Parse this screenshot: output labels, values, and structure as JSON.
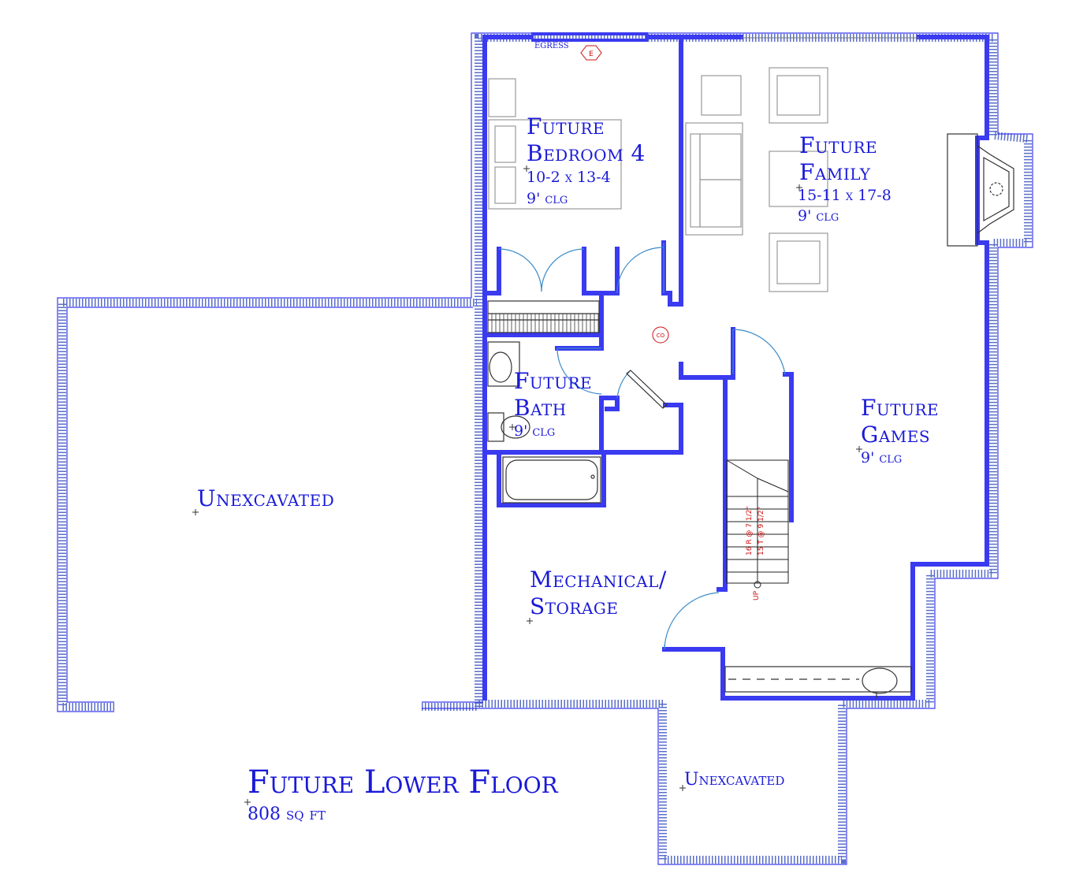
{
  "rooms": {
    "bedroom4": {
      "name1": "Future",
      "name2": "Bedroom 4",
      "dims": "10-2 x 13-4",
      "ceiling": "9' clg"
    },
    "family": {
      "name1": "Future",
      "name2": "Family",
      "dims": "15-11 x 17-8",
      "ceiling": "9' clg"
    },
    "bath": {
      "name1": "Future",
      "name2": "Bath",
      "ceiling": "9' clg"
    },
    "games": {
      "name1": "Future",
      "name2": "Games",
      "ceiling": "9' clg"
    },
    "mechanical": {
      "name1": "Mechanical/",
      "name2": "Storage"
    },
    "unexcavated_left": {
      "name": "Unexcavated"
    },
    "unexcavated_bottom": {
      "name": "Unexcavated"
    }
  },
  "tags": {
    "egress": "EGRESS",
    "egress_marker": "E",
    "co_marker": "CO",
    "stair_risers": "16 R @ 7 1/2\"",
    "stair_treads": "15 T @ 9 1/2\"",
    "stair_up": "UP"
  },
  "title": {
    "main": "Future Lower Floor",
    "area": "808 sq ft"
  },
  "colors": {
    "wall": "#3a3af0",
    "label": "#1a1ad8",
    "annotation": "#cc1111"
  }
}
